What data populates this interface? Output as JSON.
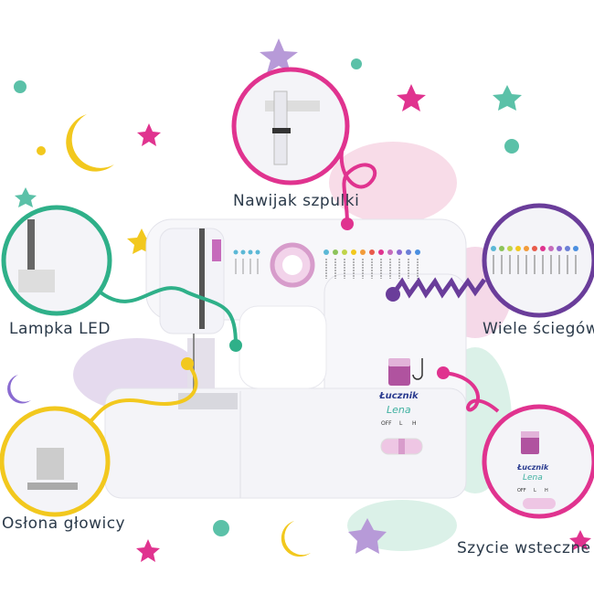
{
  "callouts": [
    {
      "id": "bobbin-winder",
      "label": "Nawijak szpulki",
      "color": "#e0338f"
    },
    {
      "id": "led-light",
      "label": "Lampka LED",
      "color": "#2fb089"
    },
    {
      "id": "stitches",
      "label": "Wiele ściegów",
      "color": "#6a3d9a"
    },
    {
      "id": "head-cover",
      "label": "Osłona głowicy",
      "color": "#f2c81e"
    },
    {
      "id": "reverse-sewing",
      "label": "Szycie wsteczne",
      "color": "#e0338f"
    }
  ],
  "machine": {
    "brand": "Łucznik",
    "model": "Lena",
    "switch_labels": [
      "OFF",
      "L",
      "H"
    ],
    "body_color": "#f7f7fa",
    "accent_color": "#c66bbb"
  },
  "stitch_dot_colors": [
    "#5bb8d6",
    "#8cc35a",
    "#c0d44a",
    "#f2c81e",
    "#f29b3a",
    "#e85a4a",
    "#e0338f",
    "#c66bbb",
    "#8a6bd1",
    "#6a7fd6",
    "#4a8fe0"
  ]
}
